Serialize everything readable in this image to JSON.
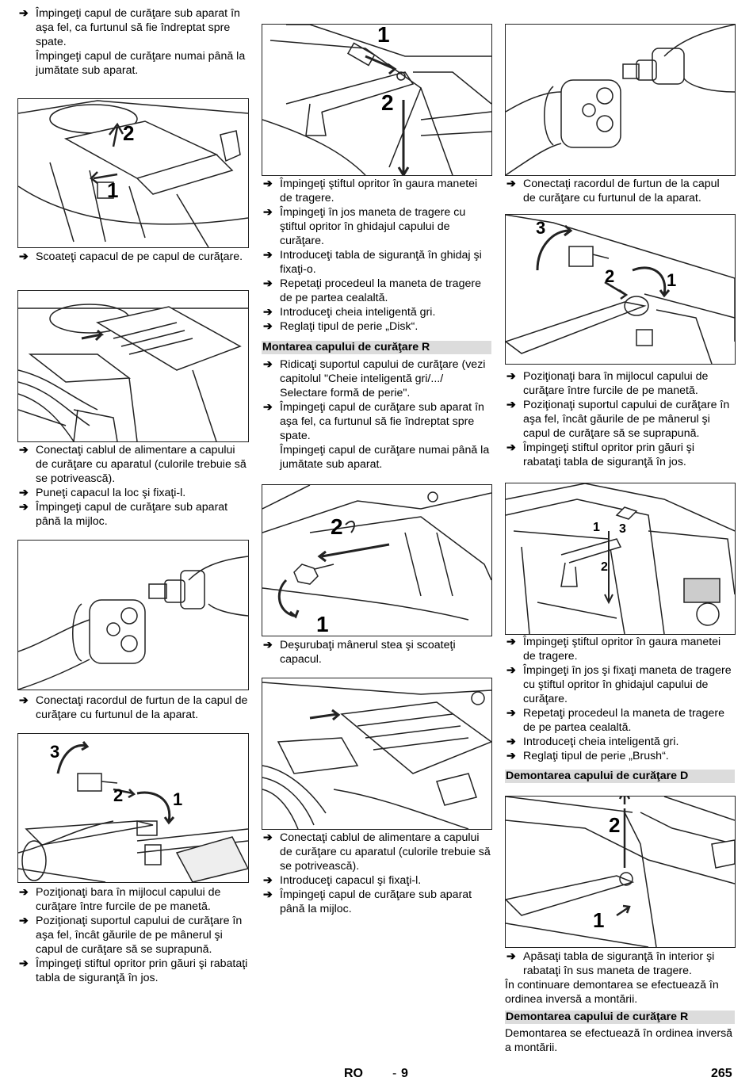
{
  "col1": {
    "b1": [
      {
        "text": "Împingeţi capul de curăţare sub aparat în aşa fel, ca furtunul să fie îndreptat spre spate.",
        "note": "Împingeţi capul de curăţare numai până la jumătate sub aparat."
      }
    ],
    "fig1_labels": [
      "2",
      "1"
    ],
    "b2": [
      {
        "text": "Scoateţi capacul de pe capul de curăţare."
      }
    ],
    "b3": [
      {
        "text": "Conectaţi cablul de alimentare a capului de curăţare cu aparatul (culorile trebuie să se potrivească)."
      },
      {
        "text": "Puneţi capacul la loc şi fixaţi-l."
      },
      {
        "text": "Împingeţi capul de curăţare sub aparat până la mijloc."
      }
    ],
    "b4": [
      {
        "text": "Conectaţi racordul de furtun de la capul de curăţare cu furtunul de la aparat."
      }
    ],
    "fig5_labels": [
      "3",
      "2",
      "1"
    ],
    "b5": [
      {
        "text": "Poziţionaţi bara în mijlocul capului de curăţare între furcile de pe manetă."
      },
      {
        "text": "Poziţionaţi suportul capului de curăţare în aşa fel, încât găurile de pe mânerul şi capul de curăţare să se suprapună."
      },
      {
        "text": "Împingeţi stiftul opritor prin găuri şi rabataţi tabla de siguranţă în jos."
      }
    ]
  },
  "col2": {
    "fig1_labels": [
      "1",
      "2"
    ],
    "b1": [
      {
        "text": "Împingeţi ştiftul opritor în gaura manetei de tragere."
      },
      {
        "text": "Împingeţi în jos maneta de tragere cu ştiftul opritor în ghidajul capului de curăţare."
      },
      {
        "text": "Introduceţi tabla de siguranţă în ghidaj şi fixaţi-o."
      },
      {
        "text": "Repetaţi procedeul la maneta de tragere de pe partea cealaltă."
      },
      {
        "text": "Introduceţi cheia inteligentă gri."
      },
      {
        "text": "Reglaţi tipul de perie „Disk“."
      }
    ],
    "heading1": "Montarea capului de curăţare R",
    "b2": [
      {
        "text": "Ridicaţi suportul capului de curăţare (vezi capitolul \"Cheie inteligentă gri/.../ Selectare formă de perie\"."
      },
      {
        "text": "Împingeţi capul de curăţare sub aparat în aşa fel, ca furtunul să fie îndreptat spre spate.",
        "note": "Împingeţi capul de curăţare numai până la jumătate sub aparat."
      }
    ],
    "fig2_labels": [
      "2",
      "1"
    ],
    "b3": [
      {
        "text": "Deşurubaţi mânerul stea şi scoateţi capacul."
      }
    ],
    "b4": [
      {
        "text": "Conectaţi cablul de alimentare a capului de curăţare cu aparatul (culorile trebuie să se potrivească)."
      },
      {
        "text": "Introduceţi capacul şi  fixaţi-l."
      },
      {
        "text": "Împingeţi capul de curăţare sub aparat până la mijloc."
      }
    ]
  },
  "col3": {
    "b1": [
      {
        "text": "Conectaţi racordul de furtun de la capul de curăţare cu furtunul de la aparat."
      }
    ],
    "fig2_labels": [
      "3",
      "2",
      "1"
    ],
    "b2": [
      {
        "text": "Poziţionaţi bara în mijlocul capului de curăţare între furcile de pe manetă."
      },
      {
        "text": "Poziţionaţi suportul capului de curăţare în aşa fel, încât găurile de pe mânerul şi capul de curăţare să se suprapună."
      },
      {
        "text": "Împingeţi stiftul opritor prin găuri şi rabataţi tabla de siguranţă în jos."
      }
    ],
    "fig3_labels": [
      "1",
      "3",
      "2"
    ],
    "b3": [
      {
        "text": "Împingeţi ştiftul opritor în gaura manetei de tragere."
      },
      {
        "text": "Împingeţi în jos şi fixaţi maneta de tragere cu ştiftul opritor în ghidajul capului de curăţare."
      },
      {
        "text": "Repetaţi procedeul la maneta de tragere de pe partea cealaltă."
      },
      {
        "text": "Introduceţi cheia inteligentă gri."
      },
      {
        "text": "Reglaţi tipul de perie „Brush“."
      }
    ],
    "heading1": "Demontarea capului de curăţare D",
    "fig4_labels": [
      "2",
      "1"
    ],
    "b4": [
      {
        "text": "Apăsaţi tabla de siguranţă în interior şi rabataţi în sus maneta de tragere."
      }
    ],
    "p1": "În continuare demontarea se efectuează în ordinea inversă a montării.",
    "heading2": "Demontarea capului de curăţare R",
    "p2": "Demontarea se efectuează în ordinea inversă a montării."
  },
  "footer": {
    "lang": "RO",
    "sep": "-",
    "num": "9",
    "page": "265"
  }
}
